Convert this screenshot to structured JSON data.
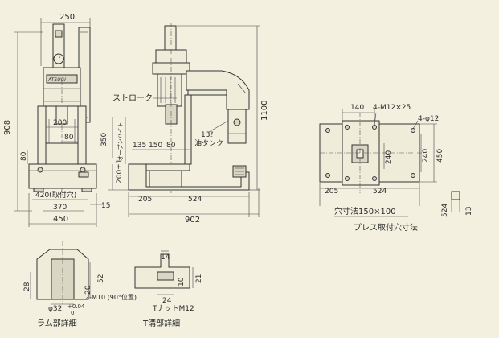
{
  "dims": {
    "front_width_top": "250",
    "front_height": "908",
    "front_inner_200": "200",
    "front_inner_80": "80",
    "front_left_80": "80",
    "front_420": "420(取付穴)",
    "front_370": "370",
    "front_15": "15",
    "front_450": "450",
    "side_stroke_label": "ストローク",
    "side_height": "1100",
    "side_350": "350",
    "side_open_label": "オープンハイト",
    "side_200pm": "200±1",
    "side_135": "135",
    "side_150": "150",
    "side_80": "80",
    "side_oil_label": "13ℓ\n油タンク",
    "side_205": "205",
    "side_524": "524",
    "side_902": "902",
    "plan_140": "140",
    "plan_bolt": "4-M12×25",
    "plan_phi": "4-φ12",
    "plan_240a": "240",
    "plan_240b": "240",
    "plan_450": "450",
    "plan_205": "205",
    "plan_524": "524",
    "plan_hole": "穴寸法150×100",
    "plan_title": "プレス取付穴寸法",
    "plan_side_524": "524",
    "plan_side_13": "13",
    "ram_28": "28",
    "ram_52": "52",
    "ram_20": "20",
    "ram_m10": "2-M10 (90°位置)",
    "ram_phi": "φ32",
    "ram_tol_plus": "+0.04",
    "ram_tol_zero": "0",
    "ram_title": "ラム部詳細",
    "tslot_14": "14",
    "tslot_21": "21",
    "tslot_10": "10",
    "tslot_24": "24",
    "tslot_nut": "TナットM12",
    "tslot_title": "T溝部詳細",
    "brand": "ATSUGI"
  }
}
